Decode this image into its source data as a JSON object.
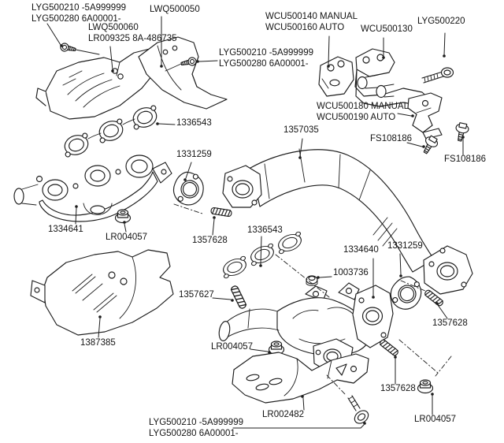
{
  "diagram": {
    "colors": {
      "line": "#1c1c1c",
      "text": "#141414",
      "background": "#ffffff"
    },
    "parts": {
      "bolt_flanged_small": {
        "label_line1": "LYG500210 -5A999999",
        "label_line2": "LYG500280 6A00001-"
      },
      "heat_shield_upper_outer": {
        "label": "LWQ500050"
      },
      "heat_shield_upper_inner": {
        "label_line1": "LWQ500060",
        "label_line2": "LR009325 8A-486735"
      },
      "bracket_mount": {
        "label_line1": "WCU500140 MANUAL",
        "label_line2": "WCU500160 AUTO"
      },
      "bracket_support": {
        "label": "WCU500130"
      },
      "bolt_bracket": {
        "label": "LYG500220"
      },
      "bracket_lower": {
        "label_line1": "WCU500180 MANUAL",
        "label_line2": "WCU500190 AUTO"
      },
      "front_pipe": {
        "label": "1357035"
      },
      "screw_flanged": {
        "label": "FS108186"
      },
      "gasket_manifold": {
        "label": "1336543"
      },
      "gasket_pipe": {
        "label": "1331259"
      },
      "manifold_lh": {
        "label": "1334641"
      },
      "manifold_rh": {
        "label": "1334640"
      },
      "nut_flanged": {
        "label": "LR004057"
      },
      "stud": {
        "label": "1357628"
      },
      "stud_long": {
        "label": "1357627"
      },
      "nut_cap": {
        "label": "1003736"
      },
      "shield_lower_lh": {
        "label": "1387385"
      },
      "shield_lower_rh": {
        "label": "LR002482"
      }
    }
  }
}
